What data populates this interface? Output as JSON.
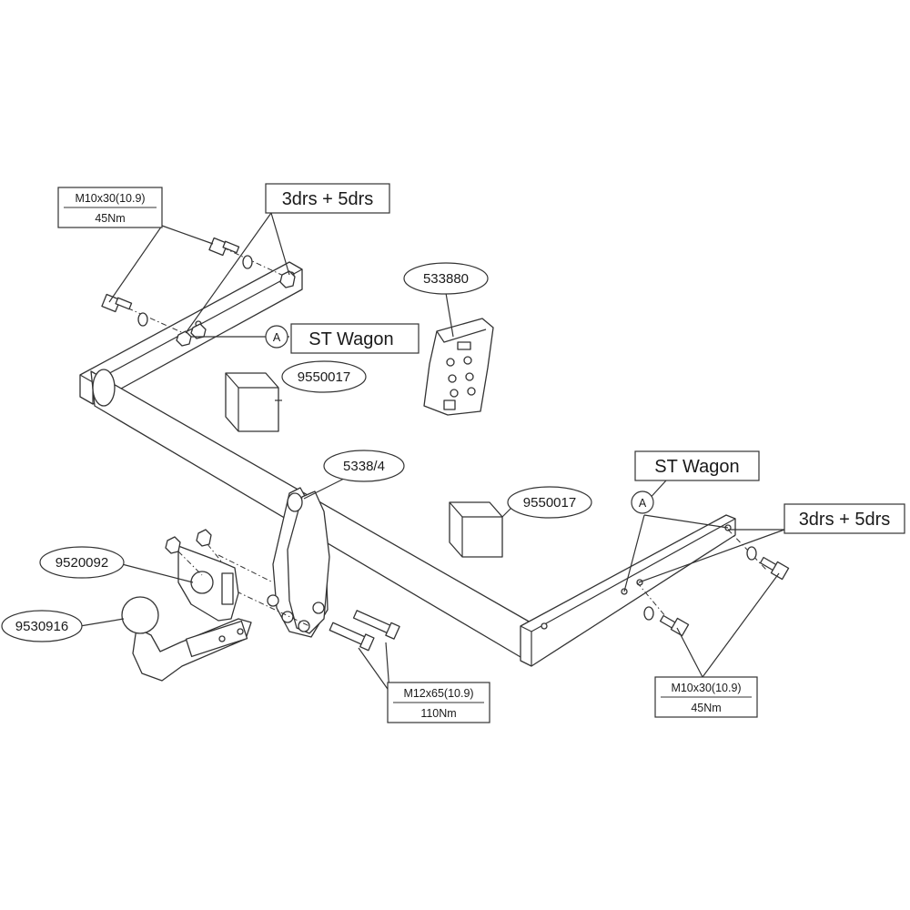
{
  "labels": {
    "spec_bolt_left": {
      "size": "M10x30(10.9)",
      "torque": "45Nm"
    },
    "spec_bolt_right": {
      "size": "M10x30(10.9)",
      "torque": "45Nm"
    },
    "spec_bolt_center": {
      "size": "M12x65(10.9)",
      "torque": "110Nm"
    },
    "variant_top": "3drs + 5drs",
    "variant_right": "3drs + 5drs",
    "wagon_top": "ST Wagon",
    "wagon_right": "ST Wagon",
    "marker_a_top": "A",
    "marker_a_right": "A"
  },
  "parts": {
    "wiring_kit": "533880",
    "spacer_left": "9550017",
    "spacer_right": "9550017",
    "bracket": "5338/4",
    "socket_plate": "9520092",
    "tow_ball": "9530916"
  },
  "colors": {
    "line": "#333333",
    "fill": "#ffffff",
    "shade": "#d9d9d9"
  }
}
